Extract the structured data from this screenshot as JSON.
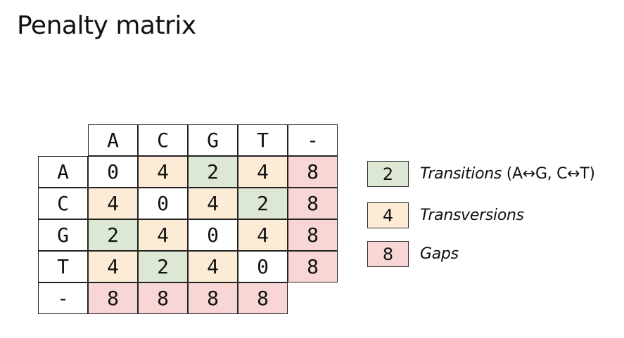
{
  "title": "Penalty matrix",
  "colors": {
    "match": "#ffffff",
    "transition": "#dde8d4",
    "transversion": "#fcecd6",
    "gap": "#f9d6d6"
  },
  "matrix": {
    "column_headers": [
      "A",
      "C",
      "G",
      "T",
      "-"
    ],
    "row_headers": [
      "A",
      "C",
      "G",
      "T",
      "-"
    ],
    "rows": [
      [
        "0",
        "4",
        "2",
        "4",
        "8"
      ],
      [
        "4",
        "0",
        "4",
        "2",
        "8"
      ],
      [
        "2",
        "4",
        "0",
        "4",
        "8"
      ],
      [
        "4",
        "2",
        "4",
        "0",
        "8"
      ],
      [
        "8",
        "8",
        "8",
        "8",
        ""
      ]
    ],
    "categories": [
      [
        "match",
        "transversion",
        "transition",
        "transversion",
        "gap"
      ],
      [
        "transversion",
        "match",
        "transversion",
        "transition",
        "gap"
      ],
      [
        "transition",
        "transversion",
        "match",
        "transversion",
        "gap"
      ],
      [
        "transversion",
        "transition",
        "transversion",
        "match",
        "gap"
      ],
      [
        "gap",
        "gap",
        "gap",
        "gap",
        "none"
      ]
    ]
  },
  "legend": [
    {
      "value": "2",
      "label": "Transitions",
      "detail": "(A↔G, C↔T)",
      "category": "transition"
    },
    {
      "value": "4",
      "label": "Transversions",
      "detail": "",
      "category": "transversion"
    },
    {
      "value": "8",
      "label": "Gaps",
      "detail": "",
      "category": "gap"
    }
  ]
}
